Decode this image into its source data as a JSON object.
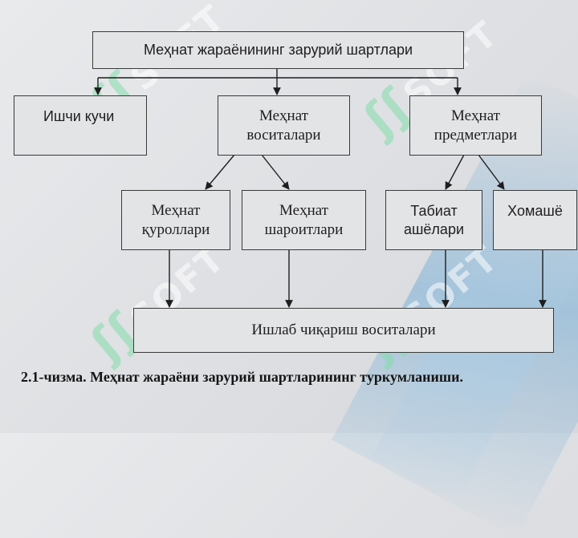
{
  "diagram": {
    "root": "Меҳнат жараёнининг зарурий шартлари",
    "labor": "Ишчи кучи",
    "means": "Меҳнат\nвоситалари",
    "objects": "Меҳнат\nпредметлари",
    "tools": "Меҳнат\nқуроллари",
    "conditions": "Меҳнат\nшароитлари",
    "natural": "Табиат\nашёлари",
    "raw": "Хомашё",
    "production": "Ишлаб чиқариш воситалари"
  },
  "caption": "2.1-чизма. Меҳнат жараёни зарурий шартларининг туркумланиши.",
  "watermark": "SOFT"
}
